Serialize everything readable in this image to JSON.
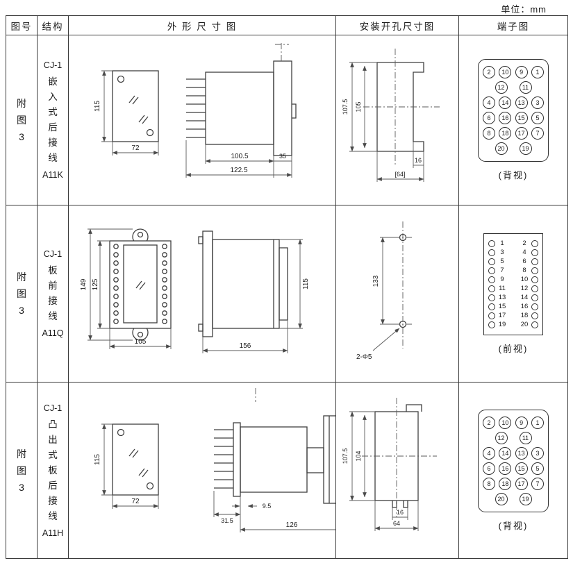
{
  "unit_label": "单位：mm",
  "colors": {
    "border": "#3a3a3a",
    "ink": "#1a1a1a",
    "line": "#3f3f3f",
    "background": "#ffffff"
  },
  "header": {
    "col_figure": "图号",
    "col_structure": "结构",
    "col_outline": "外 形 尺 寸 图",
    "col_mounting": "安装开孔尺寸图",
    "col_terminal": "端子图"
  },
  "rows": [
    {
      "figure_no": "附图3",
      "structure": {
        "model": "CJ-1",
        "type": "嵌入式后接线",
        "code": "A11K"
      },
      "outline": {
        "front_height": "115",
        "front_width": "72",
        "side_body": "100.5",
        "side_flange": "35",
        "side_overall": "122.5"
      },
      "mounting": {
        "dim_outer": "107.5",
        "dim_inner": "105",
        "dim_small": "16",
        "dim_bottom": "[64]"
      },
      "terminal": {
        "view_label": "(背视)",
        "lines": [
          [
            2,
            10,
            9,
            1
          ],
          [
            12,
            11
          ],
          [
            4,
            14,
            13,
            3
          ],
          [
            6,
            16,
            15,
            5
          ],
          [
            8,
            18,
            17,
            7
          ],
          [
            20,
            19
          ]
        ]
      }
    },
    {
      "figure_no": "附图3",
      "structure": {
        "model": "CJ-1",
        "type": "板前接线",
        "code": "A11Q"
      },
      "outline": {
        "front_h1": "149",
        "front_h2": "125",
        "front_w": "105",
        "side_w": "156",
        "side_h": "115"
      },
      "mounting": {
        "dim_height": "133",
        "holes": "2-Φ5"
      },
      "terminal": {
        "view_label": "(前视)",
        "pairs": [
          [
            1,
            2
          ],
          [
            3,
            4
          ],
          [
            5,
            6
          ],
          [
            7,
            8
          ],
          [
            9,
            10
          ],
          [
            11,
            12
          ],
          [
            13,
            14
          ],
          [
            15,
            16
          ],
          [
            17,
            18
          ],
          [
            19,
            20
          ]
        ]
      }
    },
    {
      "figure_no": "附图3",
      "structure": {
        "model": "CJ-1",
        "type": "凸出式板后接线",
        "code": "A11H"
      },
      "outline": {
        "front_height": "115",
        "front_width": "72",
        "side_d1": "31.5",
        "side_d2": "9.5",
        "side_w": "126"
      },
      "mounting": {
        "dim_outer": "107.5",
        "dim_inner": "104",
        "dim_small": "16",
        "dim_bottom": "64"
      },
      "terminal": {
        "view_label": "(背视)",
        "lines": [
          [
            2,
            10,
            9,
            1
          ],
          [
            12,
            11
          ],
          [
            4,
            14,
            13,
            3
          ],
          [
            6,
            16,
            15,
            5
          ],
          [
            8,
            18,
            17,
            7
          ],
          [
            20,
            19
          ]
        ]
      }
    }
  ]
}
